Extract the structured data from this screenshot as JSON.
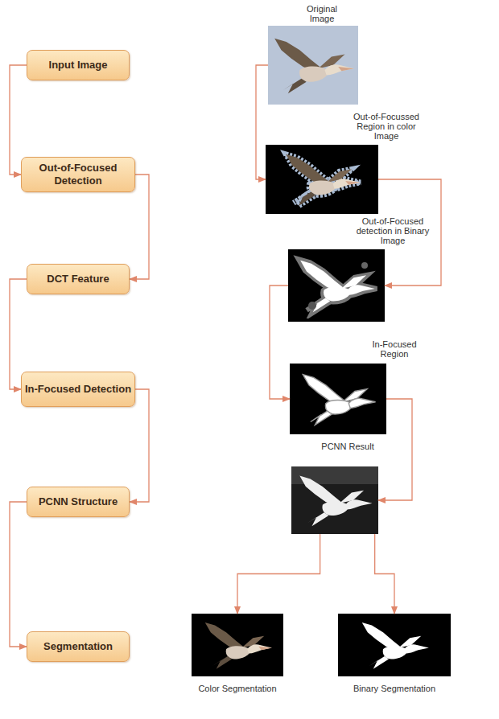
{
  "diagram": {
    "nodes": [
      {
        "text": [
          "Input Image"
        ]
      },
      {
        "text": [
          "Out-of-Focused Detection"
        ]
      },
      {
        "text": [
          "DCT Feature"
        ]
      },
      {
        "text": [
          "In-Focused Detection"
        ]
      },
      {
        "text": [
          "PCNN Structure"
        ]
      },
      {
        "text": [
          "Segmentation"
        ]
      },
      {
        "text": [
          "Original Image"
        ]
      },
      {
        "text": [
          "Out-of-Focussed Region in color Image"
        ]
      },
      {
        "text": [
          "Out-of-Focused detection in Binary Image"
        ]
      },
      {
        "text": [
          "In-Focused Region"
        ]
      },
      {
        "text": [
          "PCNN Result"
        ]
      },
      {
        "text": [
          "Color Segmentation"
        ]
      },
      {
        "text": [
          "Binary Segmentation"
        ]
      }
    ],
    "edges": [
      {
        "from": 0,
        "to": 1,
        "arrow": "to"
      },
      {
        "from": 1,
        "to": 2,
        "arrow": "to"
      },
      {
        "from": 2,
        "to": 3,
        "arrow": "to"
      },
      {
        "from": 3,
        "to": 4,
        "arrow": "to"
      },
      {
        "from": 4,
        "to": 5,
        "arrow": "to"
      },
      {
        "from": 6,
        "to": 7,
        "arrow": "to"
      },
      {
        "from": 7,
        "to": 8,
        "arrow": "to"
      },
      {
        "from": 8,
        "to": 9,
        "arrow": "to"
      },
      {
        "from": 9,
        "to": 10,
        "arrow": "to"
      },
      {
        "from": 10,
        "to": 11,
        "arrow": "to"
      },
      {
        "from": 10,
        "to": 12,
        "arrow": "to"
      }
    ]
  }
}
